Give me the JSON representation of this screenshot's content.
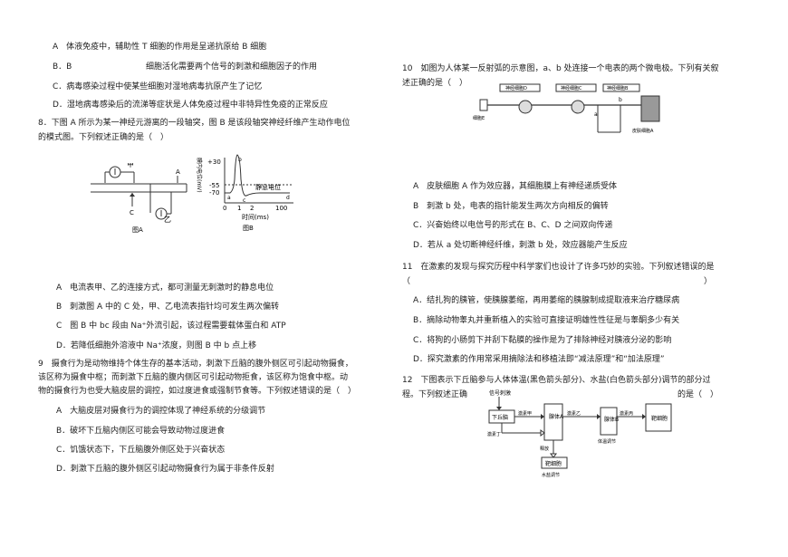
{
  "left": {
    "q7_opts": [
      "A　体液免疫中，辅助性 T 细胞的作用是呈递抗原给 B 细胞",
      "B．B",
      "细胞活化需要两个信号的刺激和细胞因子的作用",
      "C．病毒感染过程中使某些细胞对湿地病毒抗原产生了记忆",
      "D．湿地病毒感染后的流涕等症状是人体免疫过程中非特异性免疫的正常反应"
    ],
    "q8_stem": [
      "8．下图 A 所示为某一神经元游离的一段轴突，图 B 是该段轴突神经纤维产生动作电位",
      "的模式图。下列叙述正确的是（　）"
    ],
    "q8_figA": {
      "jia": "甲",
      "yi": "乙",
      "c": "C",
      "a": "A",
      "caption": "图A"
    },
    "q8_figB": {
      "ylabel": "膜内电位(mV)",
      "yticks": [
        "+30",
        "-55",
        "-70"
      ],
      "xticks": [
        "0",
        "1",
        "2",
        "100"
      ],
      "points": [
        "a",
        "b",
        "c",
        "d"
      ],
      "rest": "静息电位",
      "xlabel": "时间(ms)",
      "caption": "图B"
    },
    "q8_opts": [
      "A　电流表甲、乙的连接方式，都可测量无刺激时的静息电位",
      "B　刺激图 A 中的 C 处，甲、乙电流表指针均可发生两次偏转",
      "C　图 B 中 bc 段由 Na⁺外流引起，该过程需要载体蛋白和 ATP",
      "D．若降低细胞外溶液中 Na⁺浓度，则图 B 中 b 点上移"
    ],
    "q9_stem": [
      "9　摄食行为是动物维持个体生存的基本活动，刺激下丘脑的腹外侧区可引起动物摄食，",
      "该区称为摄食中枢；而刺激下丘脑的腹内侧区可引起动物拒食，该区称为饱食中枢。动",
      "物的摄食行为也受大脑皮层的调控，如过度进食或强制节食等。下列叙述错误的是（　）"
    ],
    "q9_opts": [
      "A　大脑皮层对摄食行为的调控体现了神经系统的分级调节",
      "B．破坏下丘脑内侧区可能会导致动物过度进食",
      "C．饥饿状态下，下丘脑腹外侧区处于兴奋状态",
      "D．刺激下丘脑的腹外侧区引起动物摄食行为属于非条件反射"
    ]
  },
  "right": {
    "q10_stem": [
      "10　如图为人体某一反射弧的示意图，a、b 处连接一个电表的两个微电极。下列有关叙",
      "述正确的是（　）"
    ],
    "q10_fig": {
      "n1": "神经细胞D",
      "n2": "神经细胞C",
      "n3": "神经细胞B",
      "cellE": "细胞E",
      "a": "a",
      "b": "b",
      "skinA": "皮肤细胞A"
    },
    "q10_opts": [
      "A　皮肤细胞 A 作为效应器，其细胞膜上有神经递质受体",
      "B　刺激 b 处，电表的指针能发生两次方向相反的偏转",
      "C．兴奋始终以电信号的形式在 B、C、D 之间双向传递",
      "D．若从 a 处切断神经纤维，刺激 b 处，效应器能产生反应"
    ],
    "q11_stem": [
      "11　在激素的发现与探究历程中科学家们也设计了许多巧妙的实验。下列叙述错误的是",
      "（　　　　　　　　　　　　　　　　　　　　　　　　　　　　　　　　　　　　）"
    ],
    "q11_opts": [
      "A．结扎狗的胰管，使胰腺萎缩，再用萎缩的胰腺制成提取液来治疗糖尿病",
      "B．摘除动物睾丸并重新植入的实验可直接证明雄性性征是与睾酮多少有关",
      "C．将狗的小肠剪下并刮下黏膜的操作是为了排除神经对胰液分泌的影响",
      "D．探究激素的作用常采用摘除法和移植法即“减法原理”和“加法原理”"
    ],
    "q12_stem": [
      "12　下图表示下丘脑参与人体体温(黑色箭头部分)、水盐(白色箭头部分)调节的部分过",
      "程。下列叙述正确",
      "的是（　）"
    ],
    "q12_fig": {
      "signal": "信号刺激",
      "hypo": "下丘脑",
      "hormone_a": "激素甲",
      "gland_a": "腺体A",
      "hormone_b": "激素乙",
      "gland_b": "腺体B",
      "hormone_c": "激素丙",
      "target1": "靶细胞",
      "hormone_d": "激素丁",
      "release": "释放",
      "target2": "靶细胞",
      "temp": "体温调节",
      "water": "水盐调节"
    }
  }
}
